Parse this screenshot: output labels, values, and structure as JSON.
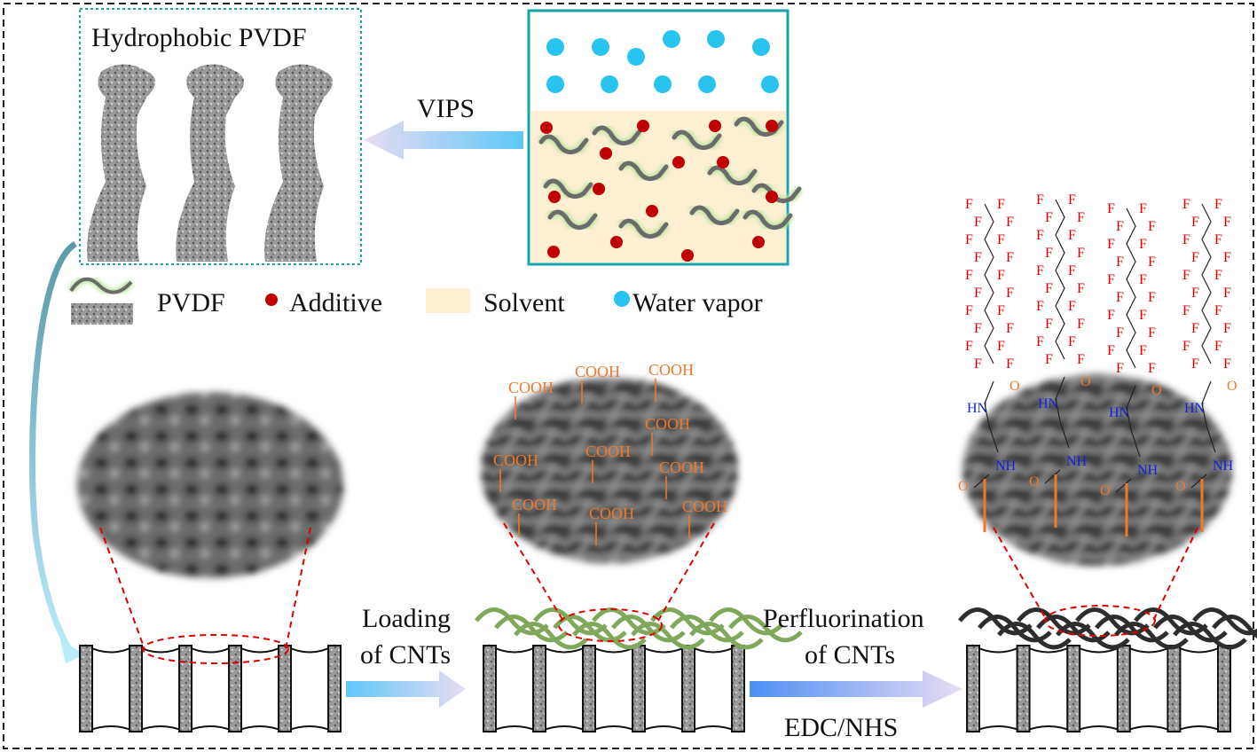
{
  "top_left_box": {
    "title": "Hydrophobic PVDF"
  },
  "vips_label": "VIPS",
  "legend": {
    "pvdf": "PVDF",
    "additive": "Additive",
    "solvent": "Solvent",
    "water_vapor": "Water vapor"
  },
  "steps": {
    "loading_line1": "Loading",
    "loading_line2": "of CNTs",
    "perfluorination_line1": "Perfluorination",
    "perfluorination_line2": "of CNTs",
    "reagent": "EDC/NHS"
  },
  "cooh_label": "COOH",
  "chem": {
    "fluorine": "F",
    "oxygen": "O",
    "hn": "HN",
    "nh": "NH"
  },
  "colors": {
    "teal": "#1aa6a6",
    "solvent": "#fcefd2",
    "water": "#29c3f0",
    "additive": "#c00000",
    "pvdf_chain": "#6b6b6b",
    "cooh": "#f07a2a",
    "fluorine": "#e00000",
    "amine": "#1020e0",
    "dash_red": "#e00000"
  }
}
